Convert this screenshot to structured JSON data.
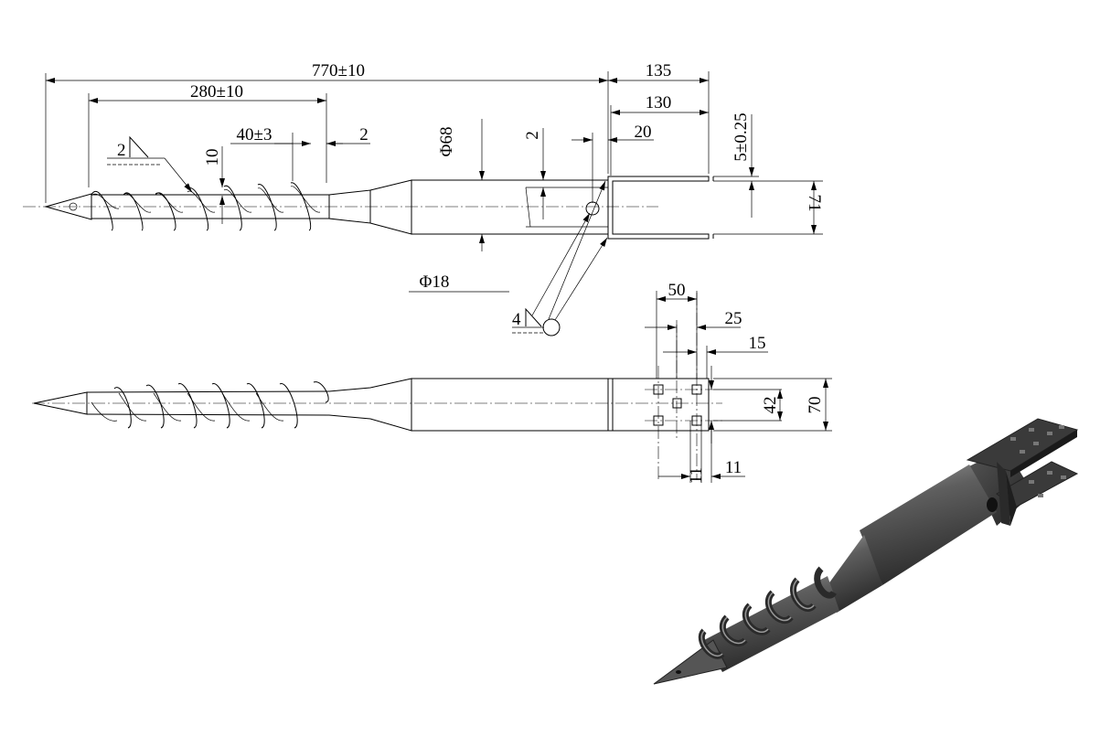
{
  "drawing": {
    "top_view": {
      "overall_length": "770±10",
      "bracket_length": "135",
      "helix_length": "280±10",
      "bracket_inner_length": "130",
      "pitch": "40±3",
      "flight_thickness": "2",
      "flight_height": "10",
      "tube_diameter": "Φ68",
      "tube_wall": "2",
      "hole_offset": "20",
      "plate_thickness": "5±0.25",
      "bracket_width": "71",
      "hole_diameter": "Φ18",
      "weld_helix": "2",
      "weld_bracket": "4"
    },
    "bottom_view": {
      "hole_span": "50",
      "hole_half": "25",
      "center_offset": "15",
      "hole_vertical_span": "42",
      "plate_width": "70",
      "hole_size": "11",
      "hole_size_2": "11"
    }
  }
}
